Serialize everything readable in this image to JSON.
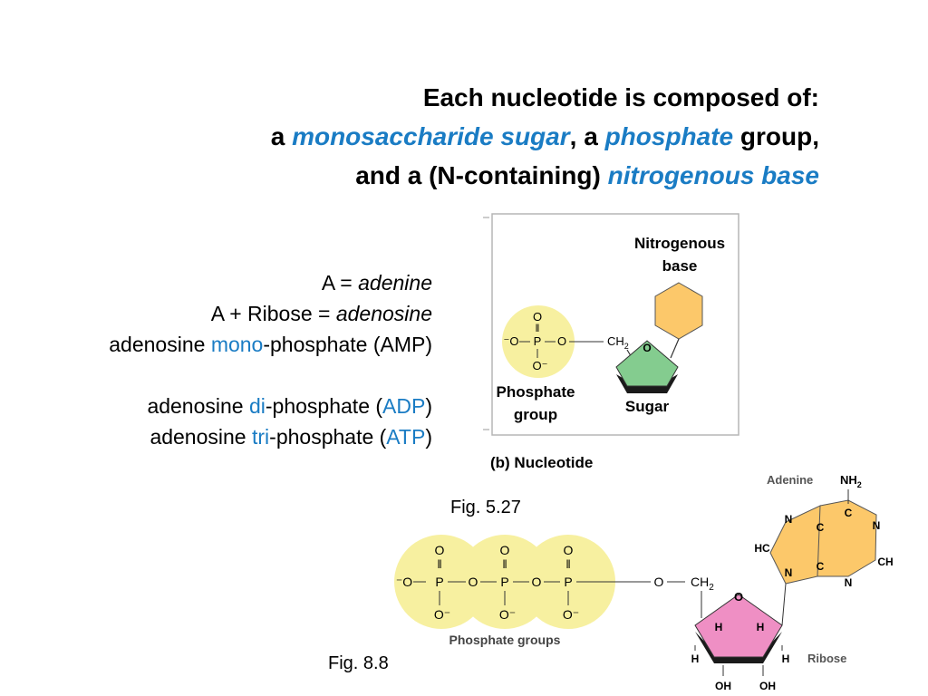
{
  "title": {
    "line1": "Each nucleotide is composed of:",
    "line2_a": "a ",
    "line2_sugar": "monosaccharide sugar",
    "line2_b": ", a ",
    "line2_phosphate": "phosphate",
    "line2_c": " group,",
    "line3_a": "and a (N-containing) ",
    "line3_base": "nitrogenous base"
  },
  "definitions": {
    "a_pre": "A = ",
    "a_word": "adenine",
    "ar_pre": "A + Ribose = ",
    "ar_word": "adenosine",
    "amp_pre": "adenosine ",
    "amp_mono": "mono",
    "amp_post": "-phosphate (AMP)",
    "adp_pre": "adenosine ",
    "adp_di": "di",
    "adp_mid": "-phosphate (",
    "adp_abbr": "ADP",
    "adp_post": ")",
    "atp_pre": "adenosine ",
    "atp_tri": "tri",
    "atp_mid": "-phosphate (",
    "atp_abbr": "ATP",
    "atp_post": ")"
  },
  "nucleotide_figure": {
    "base_label_1": "Nitrogenous",
    "base_label_2": "base",
    "phosphate_label_1": "Phosphate",
    "phosphate_label_2": "group",
    "sugar_label": "Sugar",
    "caption": "(b) Nucleotide",
    "o_top": "O",
    "o_left": "⁻O",
    "p": "P",
    "o_right": "O",
    "o_bottom": "O⁻",
    "ch2": "CH",
    "ch2_sub": "2",
    "ring_o": "O"
  },
  "fig_labels": {
    "fig_527": "Fig. 5.27",
    "fig_88": "Fig. 8.8"
  },
  "atp_figure": {
    "phosphate_groups_label": "Phosphate groups",
    "o_minus_left": "⁻O",
    "o": "O",
    "p": "P",
    "o_minus": "O⁻",
    "ch2": "CH",
    "ch2_sub": "2",
    "adenine_label": "Adenine",
    "nh2": "NH",
    "nh2_sub": "2",
    "n": "N",
    "c": "C",
    "hc": "HC",
    "ch": "CH",
    "ribose_label": "Ribose",
    "h": "H",
    "oh": "OH"
  },
  "colors": {
    "accent_blue": "#1a7cc4",
    "phosphate_yellow": "#f7f0a0",
    "base_orange": "#fcc86a",
    "sugar_green": "#84cc8f",
    "ribose_pink": "#ef8fc4"
  }
}
